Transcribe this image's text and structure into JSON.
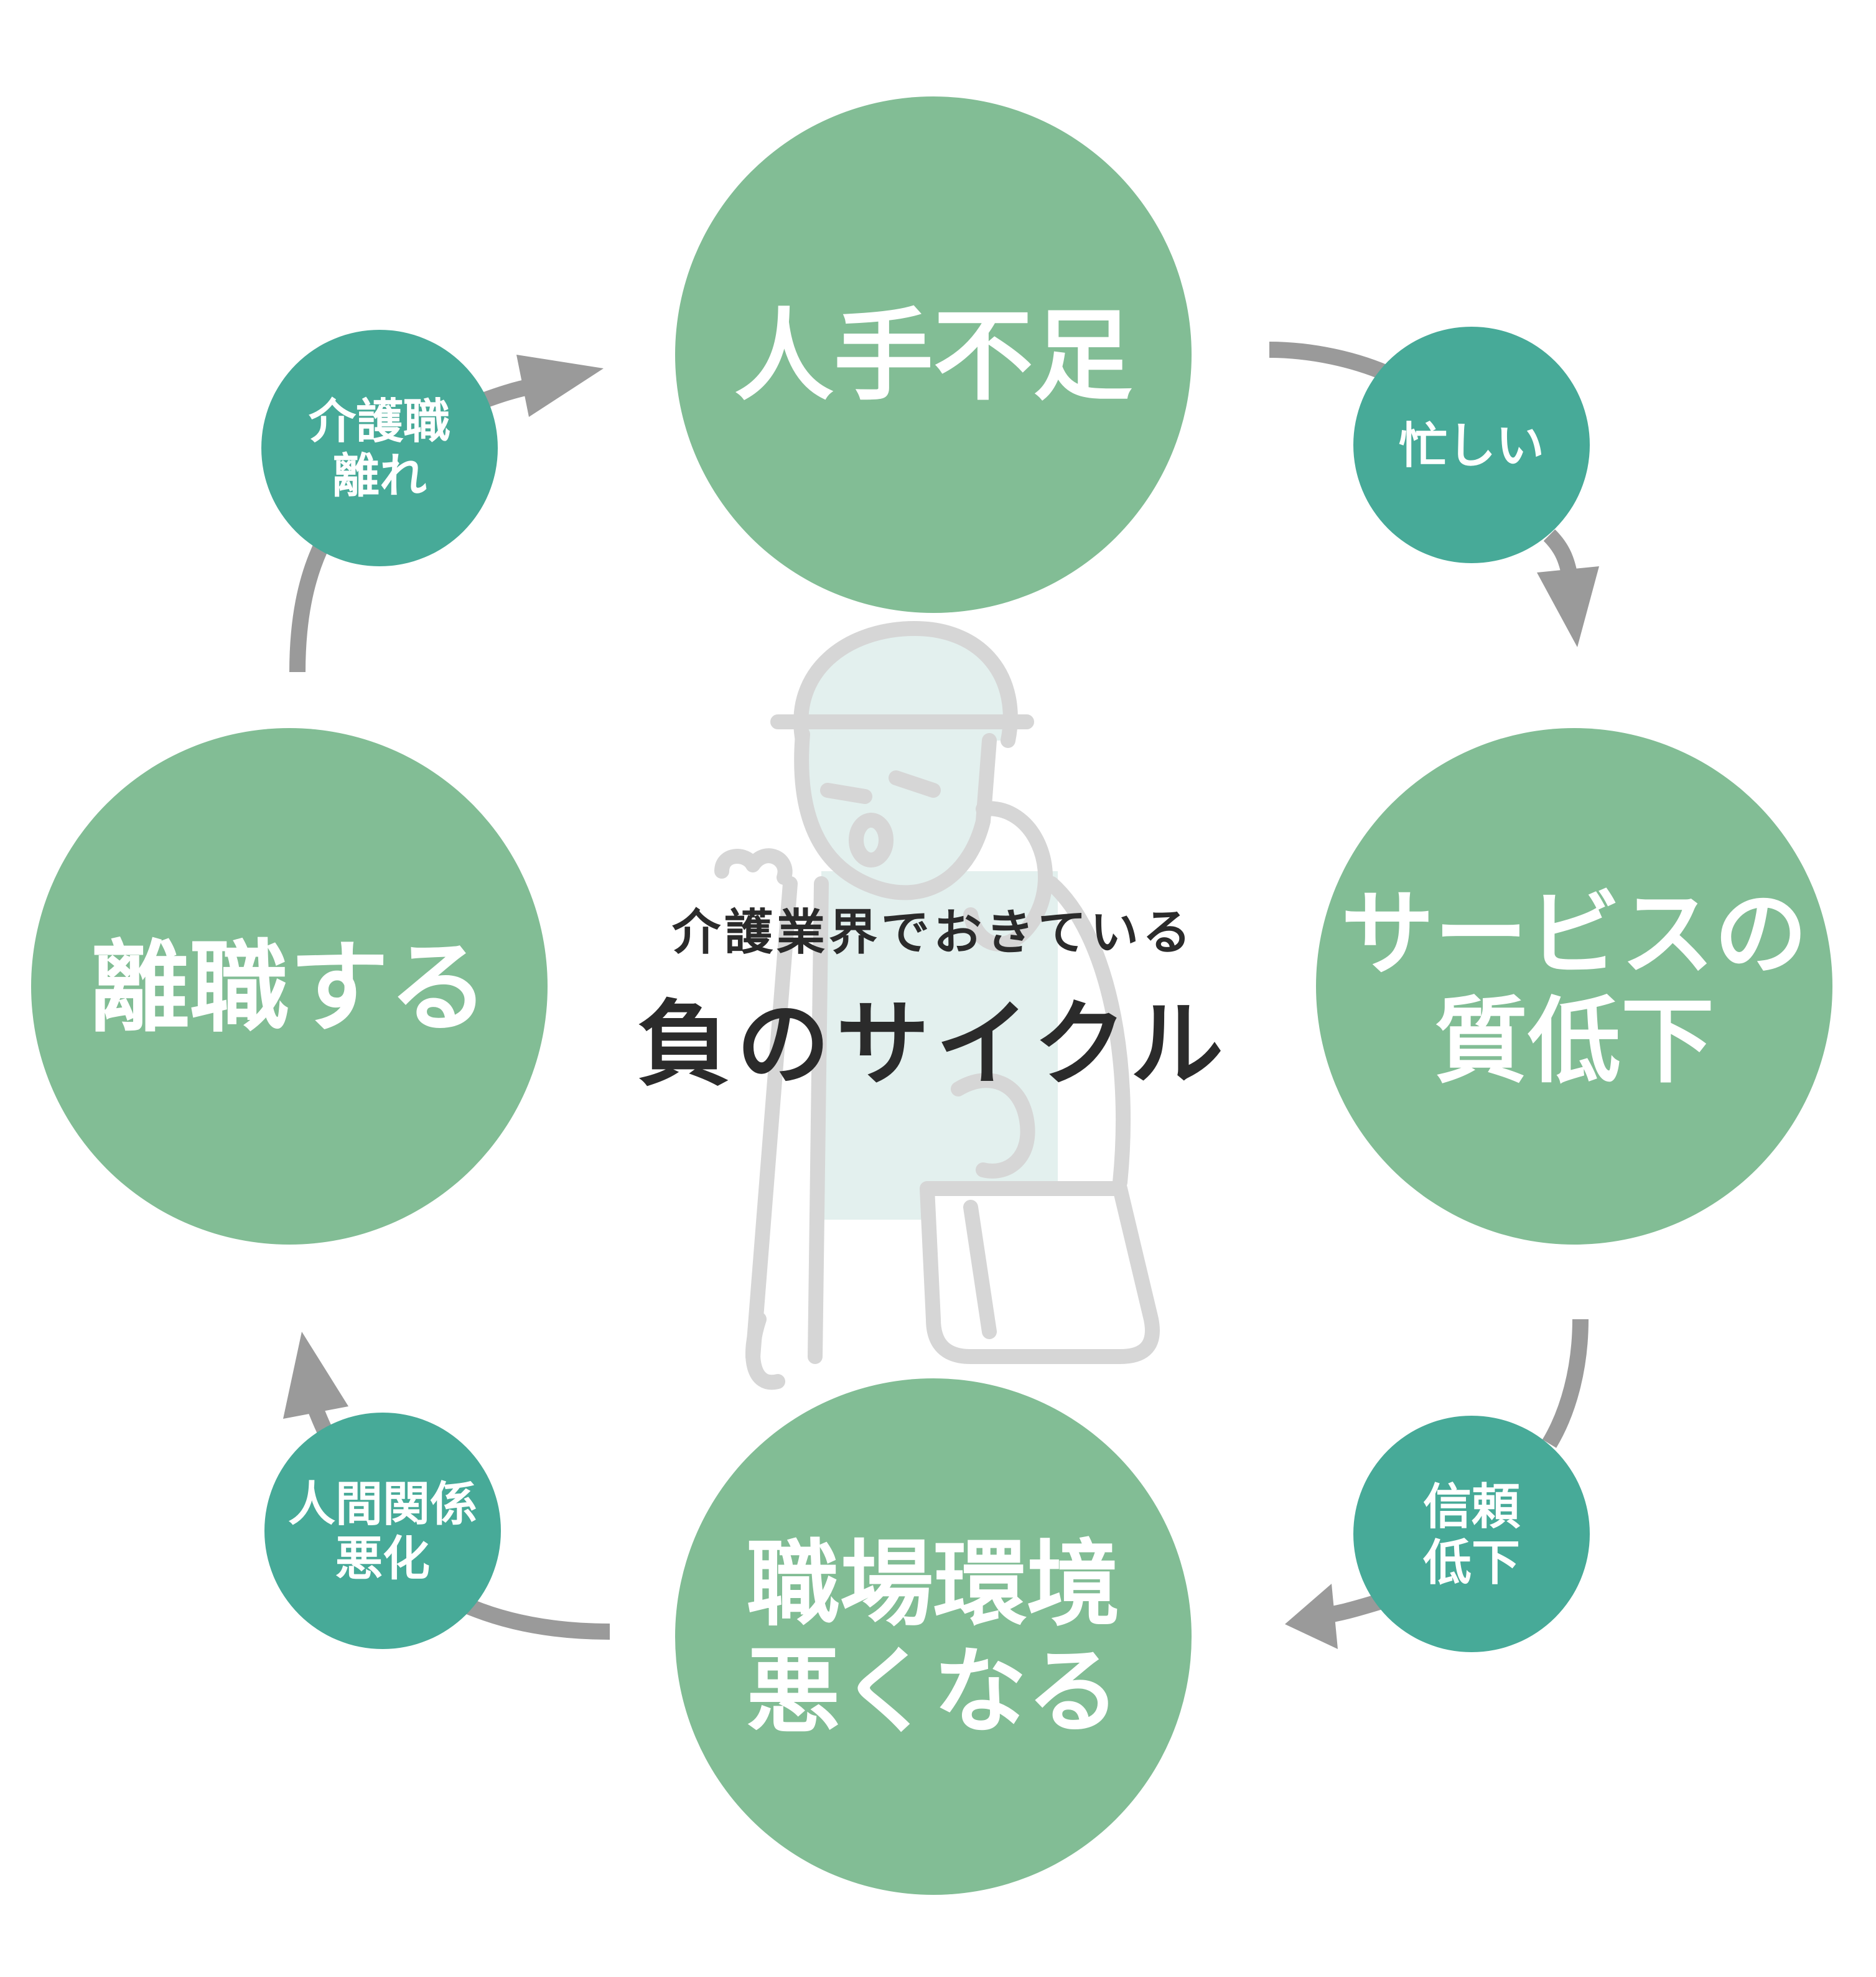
{
  "center": {
    "subtitle": "介護業界でおきている",
    "title": "負のサイクル"
  },
  "stages": [
    {
      "id": "staff-shortage",
      "lines": [
        "人手不足"
      ]
    },
    {
      "id": "service-quality-decline",
      "lines": [
        "サービスの",
        "質低下"
      ]
    },
    {
      "id": "workplace-worsens",
      "lines": [
        "職場環境",
        "悪くなる"
      ]
    },
    {
      "id": "resign",
      "lines": [
        "離職する"
      ]
    }
  ],
  "transitions": [
    {
      "id": "busy",
      "lines": [
        "忙しい"
      ]
    },
    {
      "id": "trust-decline",
      "lines": [
        "信頼",
        "低下"
      ]
    },
    {
      "id": "relationships-worsen",
      "lines": [
        "人間関係",
        "悪化"
      ]
    },
    {
      "id": "leave-care-work",
      "lines": [
        "介護職",
        "離れ"
      ]
    }
  ],
  "colors": {
    "stage_fill": "#82bd95",
    "transition_fill": "#47aa98",
    "arrow": "#9a9a9a",
    "illustration_line": "#d6d6d6",
    "illustration_fill": "#e3f0ee",
    "text_dark": "#2b2b2b"
  },
  "illustration": {
    "icon": "tired-caregiver-illustration"
  }
}
